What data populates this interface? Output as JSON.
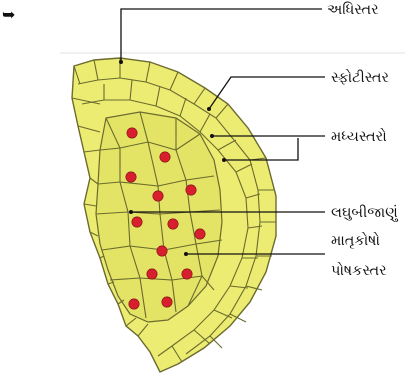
{
  "bullet_icon": "right-arrow-icon",
  "labels": {
    "epidermis": "અધિસ્તર",
    "endothecium": "સ્ફોટીસ્તર",
    "middle_layers": "મધ્યસ્તરો",
    "microspore_mother_cells_1": "લઘુબીજાણું",
    "microspore_mother_cells_2": "માતૃકોષો",
    "tapetum": "પોષકસ્તર"
  },
  "colors": {
    "cell_fill": "#ecec72",
    "cell_fill_inner": "#dede5c",
    "cell_stroke": "#6b6b2e",
    "nucleus": "#d81f2e",
    "line": "#111111"
  }
}
